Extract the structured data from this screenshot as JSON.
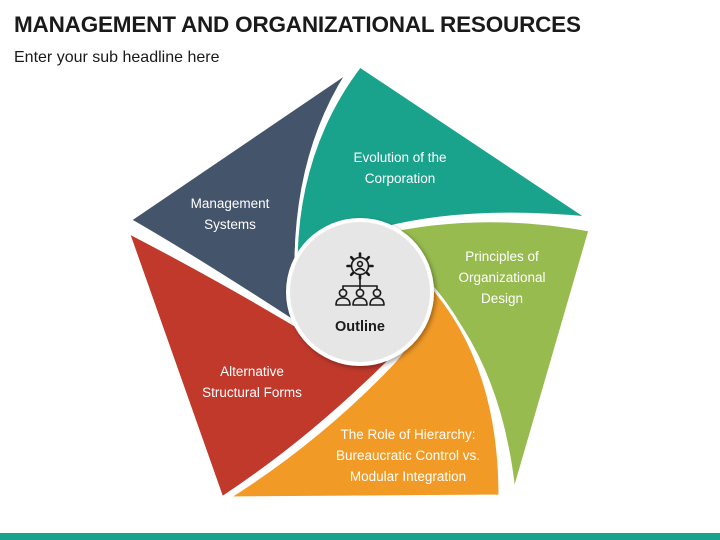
{
  "header": {
    "title": "MANAGEMENT AND ORGANIZATIONAL RESOURCES",
    "subtitle": "Enter your sub headline here"
  },
  "center": {
    "label": "Outline",
    "icon": "organization-hierarchy-gear-icon"
  },
  "segments": [
    {
      "id": "management-systems",
      "label": "Management\nSystems",
      "color": "#44546a"
    },
    {
      "id": "evolution-of-corporation",
      "label": "Evolution of the\nCorporation",
      "color": "#1aa38c"
    },
    {
      "id": "principles-of-design",
      "label": "Principles of\nOrganizational\nDesign",
      "color": "#97bb4f"
    },
    {
      "id": "role-of-hierarchy",
      "label": "The Role of Hierarchy:\nBureaucratic Control vs.\nModular Integration",
      "color": "#f29a26"
    },
    {
      "id": "alternative-forms",
      "label": "Alternative\nStructural Forms",
      "color": "#c0392b"
    }
  ],
  "colors": {
    "accent_bar": "#1aa38c",
    "center_fill": "#e6e6e6",
    "text": "#1a1a1a"
  }
}
